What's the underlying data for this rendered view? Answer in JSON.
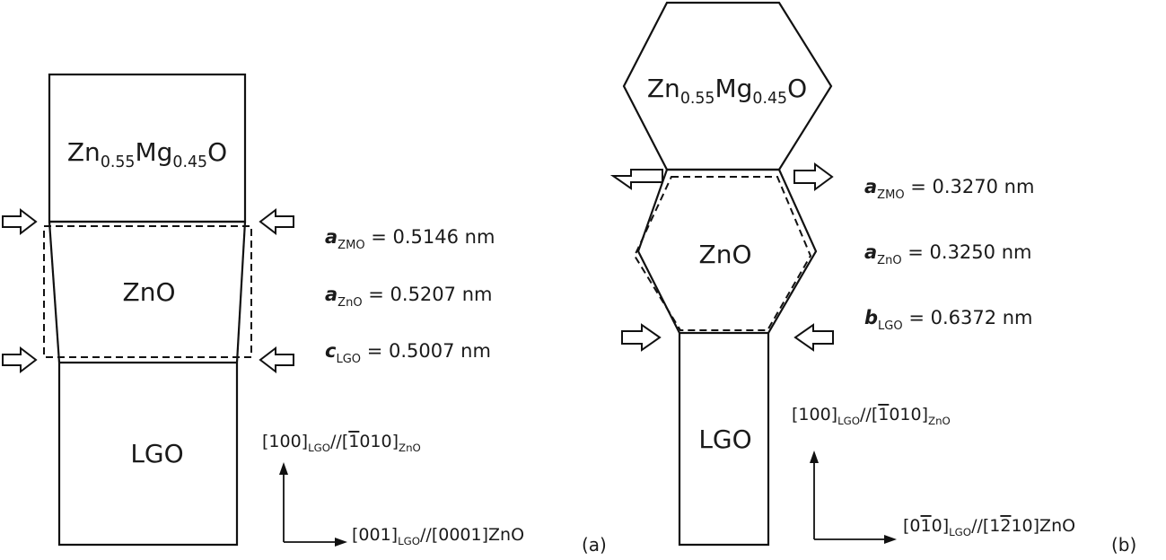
{
  "panel_a": {
    "tag": "(a)",
    "top_layer": {
      "base": "Zn",
      "s1": "0.55",
      "mid": "Mg",
      "s2": "0.45",
      "end": "O"
    },
    "middle_layer": "ZnO",
    "bottom_layer": "LGO",
    "param1": {
      "sym": "a",
      "sub": "ZMO",
      "rest": " = 0.5146 nm"
    },
    "param2": {
      "sym": "a",
      "sub": "ZnO",
      "rest": " = 0.5207 nm"
    },
    "param3": {
      "sym": "c",
      "sub": "LGO",
      "rest": " = 0.5007 nm"
    },
    "dir_vertical": {
      "p1": "[100]",
      "s1": "LGO",
      "p2": "//[",
      "bar": "1",
      "p3": "010]",
      "s2": "ZnO"
    },
    "dir_horizontal": {
      "p1": "[001]",
      "s1": "LGO",
      "p2": "//[0001]ZnO"
    }
  },
  "panel_b": {
    "tag": "(b)",
    "top_layer": {
      "base": "Zn",
      "s1": "0.55",
      "mid": "Mg",
      "s2": "0.45",
      "end": "O"
    },
    "middle_layer": "ZnO",
    "bottom_layer": "LGO",
    "param1": {
      "sym": "a",
      "sub": "ZMO",
      "rest": " = 0.3270 nm"
    },
    "param2": {
      "sym": "a",
      "sub": "ZnO",
      "rest": " = 0.3250 nm"
    },
    "param3": {
      "sym": "b",
      "sub": "LGO",
      "rest": " = 0.6372 nm"
    },
    "dir_vertical": {
      "p1": "[100]",
      "s1": "LGO",
      "p2": "//[",
      "bar": "1",
      "p3": "010]",
      "s2": "ZnO"
    },
    "dir_horizontal": {
      "p1": "[0",
      "bar1": "1",
      "p2": "0]",
      "s1": "LGO",
      "p3": "//[1",
      "bar2": "2",
      "p4": "10]ZnO"
    }
  }
}
